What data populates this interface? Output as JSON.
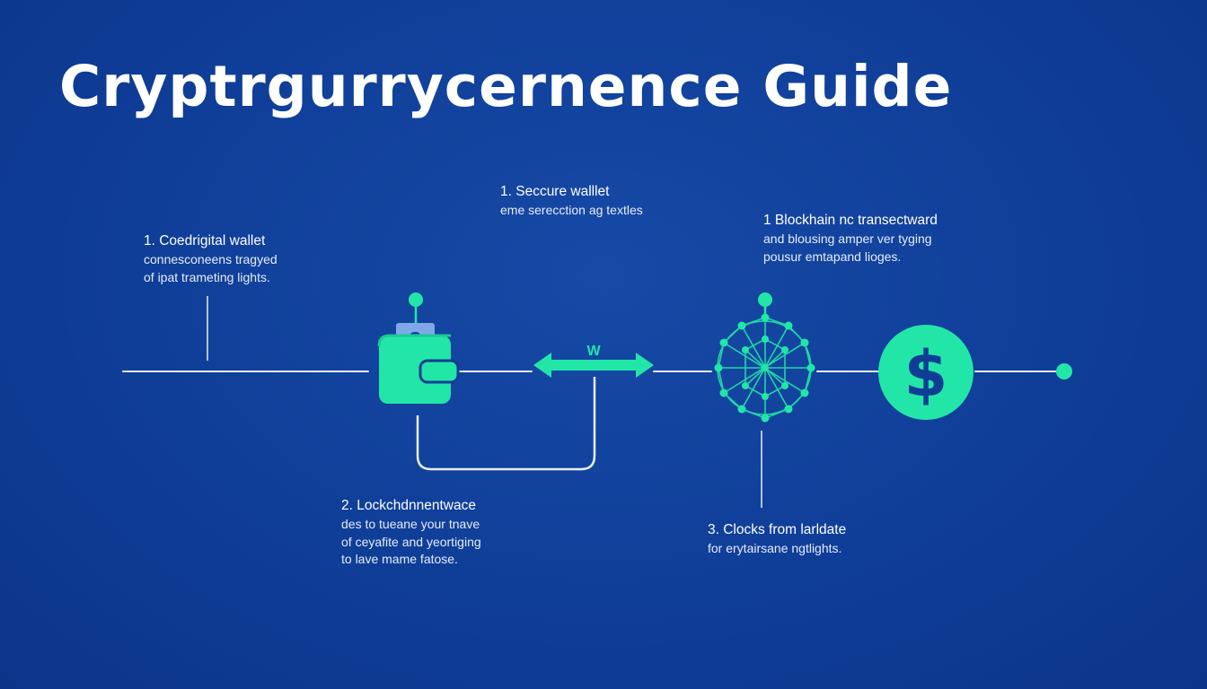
{
  "title": "Cryptrgurrycernence Guide",
  "steps": {
    "digital_wallet": {
      "heading": "1. Coedrigital wallet",
      "lines": [
        "connesconeens tragyed",
        "of ipat trameting lights."
      ]
    },
    "secure_wallet": {
      "heading": "1. Seccure walllet",
      "lines": [
        "eme serecction ag textles"
      ]
    },
    "blockchain": {
      "heading": "1 Blockhain nc transectward",
      "lines": [
        "and blousing amper ver tyging",
        "pousur emtapand lioges."
      ]
    },
    "lockchain": {
      "heading": "2. Lockchdnnentwace",
      "lines": [
        "des to tueane your tnave",
        "of ceyafite and yeortiging",
        "to lave mame fatose."
      ]
    },
    "clock": {
      "heading": "3. Clocks from larldate",
      "lines": [
        "for erytairsane ngtlights."
      ]
    }
  },
  "icons": {
    "wallet_glyph": "C",
    "exchange_glyph": "W",
    "coin_glyph": "$"
  },
  "colors": {
    "background": "#0f3d96",
    "accent": "#22e6a8",
    "line": "#e8edf7"
  }
}
